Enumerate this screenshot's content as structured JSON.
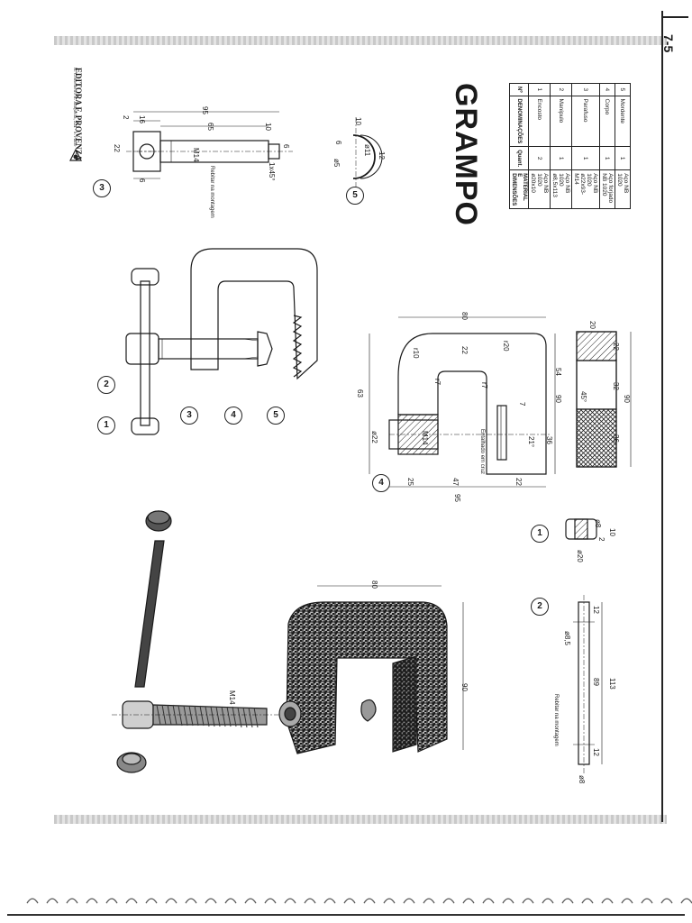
{
  "page_number": "7-5",
  "title": "GRAMPO",
  "publisher": {
    "name": "EDITORA F. PROVENZA",
    "address": "R. Conselheiro R. Junqueira, 224 - S. Paulo"
  },
  "callouts": [
    "1",
    "2",
    "3",
    "4",
    "5"
  ],
  "parts_table": {
    "rows": [
      {
        "n": "5",
        "name": "Mordente",
        "qty": "1",
        "material": "Aço NB 1020"
      },
      {
        "n": "4",
        "name": "Corpo",
        "qty": "1",
        "material": "Aço forjado NB 1020"
      },
      {
        "n": "3",
        "name": "Parafuso",
        "qty": "1",
        "material": "Aço NB 1020 ø22x93-M14"
      },
      {
        "n": "2",
        "name": "Manípulo",
        "qty": "1",
        "material": "Aço NB 1020 ø8,5x113"
      },
      {
        "n": "1",
        "name": "Encosto",
        "qty": "2",
        "material": "Aço NB 1020 ø20x10"
      }
    ],
    "header": {
      "n": "Nº",
      "name": "DENOMINAÇÕES",
      "qty": "Quant.",
      "material": "MATERIAL E DIMENSÕES"
    }
  },
  "view3_dims": {
    "d16": "16",
    "d2": "2",
    "d95": "95",
    "d65": "65",
    "d10": "10",
    "d6": "6",
    "d22": "22",
    "m14": "M14",
    "d1x45": "1x45°",
    "d6b": "6",
    "rebitar": "Rebitar na montagem"
  },
  "view5_dims": {
    "d10": "10",
    "d6": "6",
    "d11": "ø11",
    "d12": "12",
    "d5": "ø5"
  },
  "view4_dims": {
    "d80": "80",
    "d22": "22",
    "d20": "20",
    "r7a": "r7",
    "r7b": "r7",
    "r20": "r20",
    "r10": "r10",
    "d54": "54",
    "d90": "90",
    "d36": "36",
    "d63": "63",
    "d22b": "ø22",
    "m14": "M14",
    "d25": "25",
    "d47": "47",
    "d22c": "22",
    "d95": "95",
    "d21": "21°",
    "d7": "7",
    "d45": "45°",
    "entalhado": "Entalhado em cruz",
    "s20": "20",
    "s22": "22",
    "s32": "32",
    "s36": "36",
    "s90": "90"
  },
  "view1_dims": {
    "d20": "ø20",
    "d8": "ø8",
    "d10": "10",
    "d2": "2"
  },
  "view2_dims": {
    "d12a": "12",
    "d89": "89",
    "d113": "113",
    "d12b": "12",
    "d8": "ø8",
    "d85": "ø8,5",
    "rebitar": "Rebitar na montagem"
  },
  "iso_dims": {
    "d80": "80",
    "d90": "90",
    "m14": "M14"
  }
}
